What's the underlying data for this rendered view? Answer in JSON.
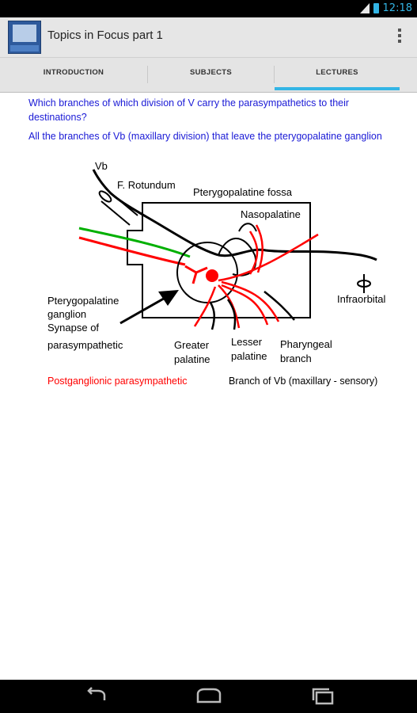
{
  "status_bar": {
    "time": "12:18"
  },
  "app": {
    "title": "Topics in Focus part 1",
    "icon": "app-logo-icon"
  },
  "tabs": [
    {
      "label": "INTRODUCTION",
      "active": false
    },
    {
      "label": "SUBJECTS",
      "active": false
    },
    {
      "label": "LECTURES",
      "active": true
    }
  ],
  "content": {
    "question": "Which branches of which division of V carry the parasympathetics to their destinations?",
    "answer": "All the branches of Vb (maxillary division) that leave the pterygopalatine ganglion"
  },
  "diagram_labels": {
    "vb": "Vb",
    "f_rotundum": "F. Rotundum",
    "fossa": "Pterygopalatine fossa",
    "nasopalatine": "Nasopalatine",
    "infraorbital": "Infraorbital",
    "ganglion_1": "Pterygopalatine",
    "ganglion_2": "ganglion",
    "ganglion_3": "Synapse of",
    "ganglion_4": "parasympathetic",
    "greater_1": "Greater",
    "greater_2": "palatine",
    "lesser_1": "Lesser",
    "lesser_2": "palatine",
    "pharyngeal_1": "Pharyngeal",
    "pharyngeal_2": "branch",
    "legend_post": "Postganglionic parasympathetic",
    "legend_branch": "Branch of Vb (maxillary - sensory)"
  },
  "colors": {
    "accent": "#33b5e5",
    "question_text": "#1a1ad6",
    "red_nerve": "#ff0000",
    "green_nerve": "#00b000"
  }
}
